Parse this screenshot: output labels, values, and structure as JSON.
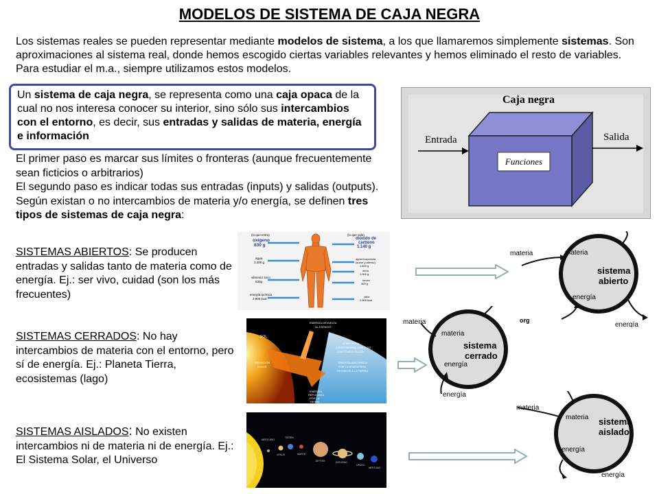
{
  "title": "MODELOS DE SISTEMA DE CAJA NEGRA",
  "intro": {
    "t1": "Los sistemas reales se pueden representar mediante ",
    "b1": "modelos de sistema",
    "t2": ", a los que llamaremos simplemente ",
    "b2": "sistemas",
    "t3": ". Son aproximaciones al sistema real, donde hemos escogido ciertas variables relevantes y hemos eliminado el resto de variables. Para estudiar el m.a., siempre utilizamos estos  modelos."
  },
  "blackbox": {
    "t1": "Un ",
    "b1": "sistema de caja negra",
    "t2": ", se representa como una ",
    "b2": "caja opaca",
    "t3": " de la cual no nos interesa conocer su interior, sino sólo sus ",
    "b3": "intercambios con el entorno",
    "t4": ", es decir, sus ",
    "b4": "entradas y salidas de materia, energía e información"
  },
  "steps": {
    "p1": "El primer paso es marcar sus límites o fronteras (aunque frecuentemente sean ficticios o arbitrarios)",
    "p2": "El segundo paso es indicar todas sus entradas (inputs) y salidas (outputs). Según existan o no intercambios de materia y/o energía, se definen ",
    "p2b": "tres tipos de sistemas de caja negra",
    "p2c": ":"
  },
  "abiertos": {
    "title": "SISTEMAS ABIERTOS",
    "text": ": Se producen entradas y salidas tanto de materia como de energía. Ej.: ser vivo, cuidad (son los más frecuentes)"
  },
  "cerrados": {
    "title": "SISTEMAS CERRADOS",
    "text": ": No hay intercambios de materia con el entorno, pero sí de energía. Ej.: Planeta Tierra, ecosistemas (lago)"
  },
  "aislados": {
    "title": "SISTEMAS AISLADOS",
    "colon": ":",
    "text": " No existen intercambios ni de materia ni de energía. Ej.: El Sistema Solar, el Universo"
  },
  "caja_negra_fig": {
    "title": "Caja negra",
    "entrada": "Entrada",
    "salida": "Salida",
    "funciones": "Funciones"
  },
  "body_fig": {
    "in_header": "(lo que entra)",
    "out_header": "(lo que sale)",
    "left": [
      "oxígeno",
      "830 g",
      "agua",
      "3.300 g",
      "alimento seco",
      "630g",
      "energía química",
      "2.800 kcal"
    ],
    "right": [
      "dióxido de",
      "carbono",
      "1.140 g",
      "agua evaporada",
      "(sudor y aliento)",
      "1.820 g",
      "orina",
      "1.500 g",
      "heces",
      "300 g",
      "calor",
      "2.800 kcal"
    ]
  },
  "earth_fig": {
    "sol": "SOL",
    "devuelta": [
      "ENERGÍA DEVUELTA",
      "AL ESPACIO"
    ],
    "atmosfera": [
      "ATMÓSFERA",
      "(TROPOSFERA) CON ALTO",
      "CONTENIDO EN CO₂"
    ],
    "absorbida": [
      "ENERGÍA ABSORBIDA",
      "POR LA ATMÓSFERA",
      "DEVUELTA A LA TIERRA"
    ],
    "radiacion": [
      "RADIACIÓN",
      "SOLAR"
    ],
    "reflejada": [
      "ENERGÍA",
      "REFLEJADA",
      "POR LA",
      "TIERRA"
    ]
  },
  "solar_fig": {
    "planets": [
      "MERCURIO",
      "TIERRA",
      "VENUS",
      "MARTE",
      "JÚPITER",
      "SATURNO",
      "URANO",
      "NEPTUNO"
    ]
  },
  "diagrams": {
    "abierto": {
      "line1": "sistema",
      "line2": "abierto",
      "materia": "materia",
      "materia_out": "materia",
      "energia": "energía",
      "energia_out": "energía"
    },
    "cerrado": {
      "line1": "sistema",
      "line2": "cerrado",
      "materia": "materia",
      "materia_out": "materia",
      "energia": "energía",
      "energia_out": "energía",
      "fragment": "org"
    },
    "aislado": {
      "line1": "sistema",
      "line2": "aislado",
      "materia": "materia",
      "materia_out": "materia",
      "energia": "energía",
      "energia_out": "energía"
    }
  }
}
